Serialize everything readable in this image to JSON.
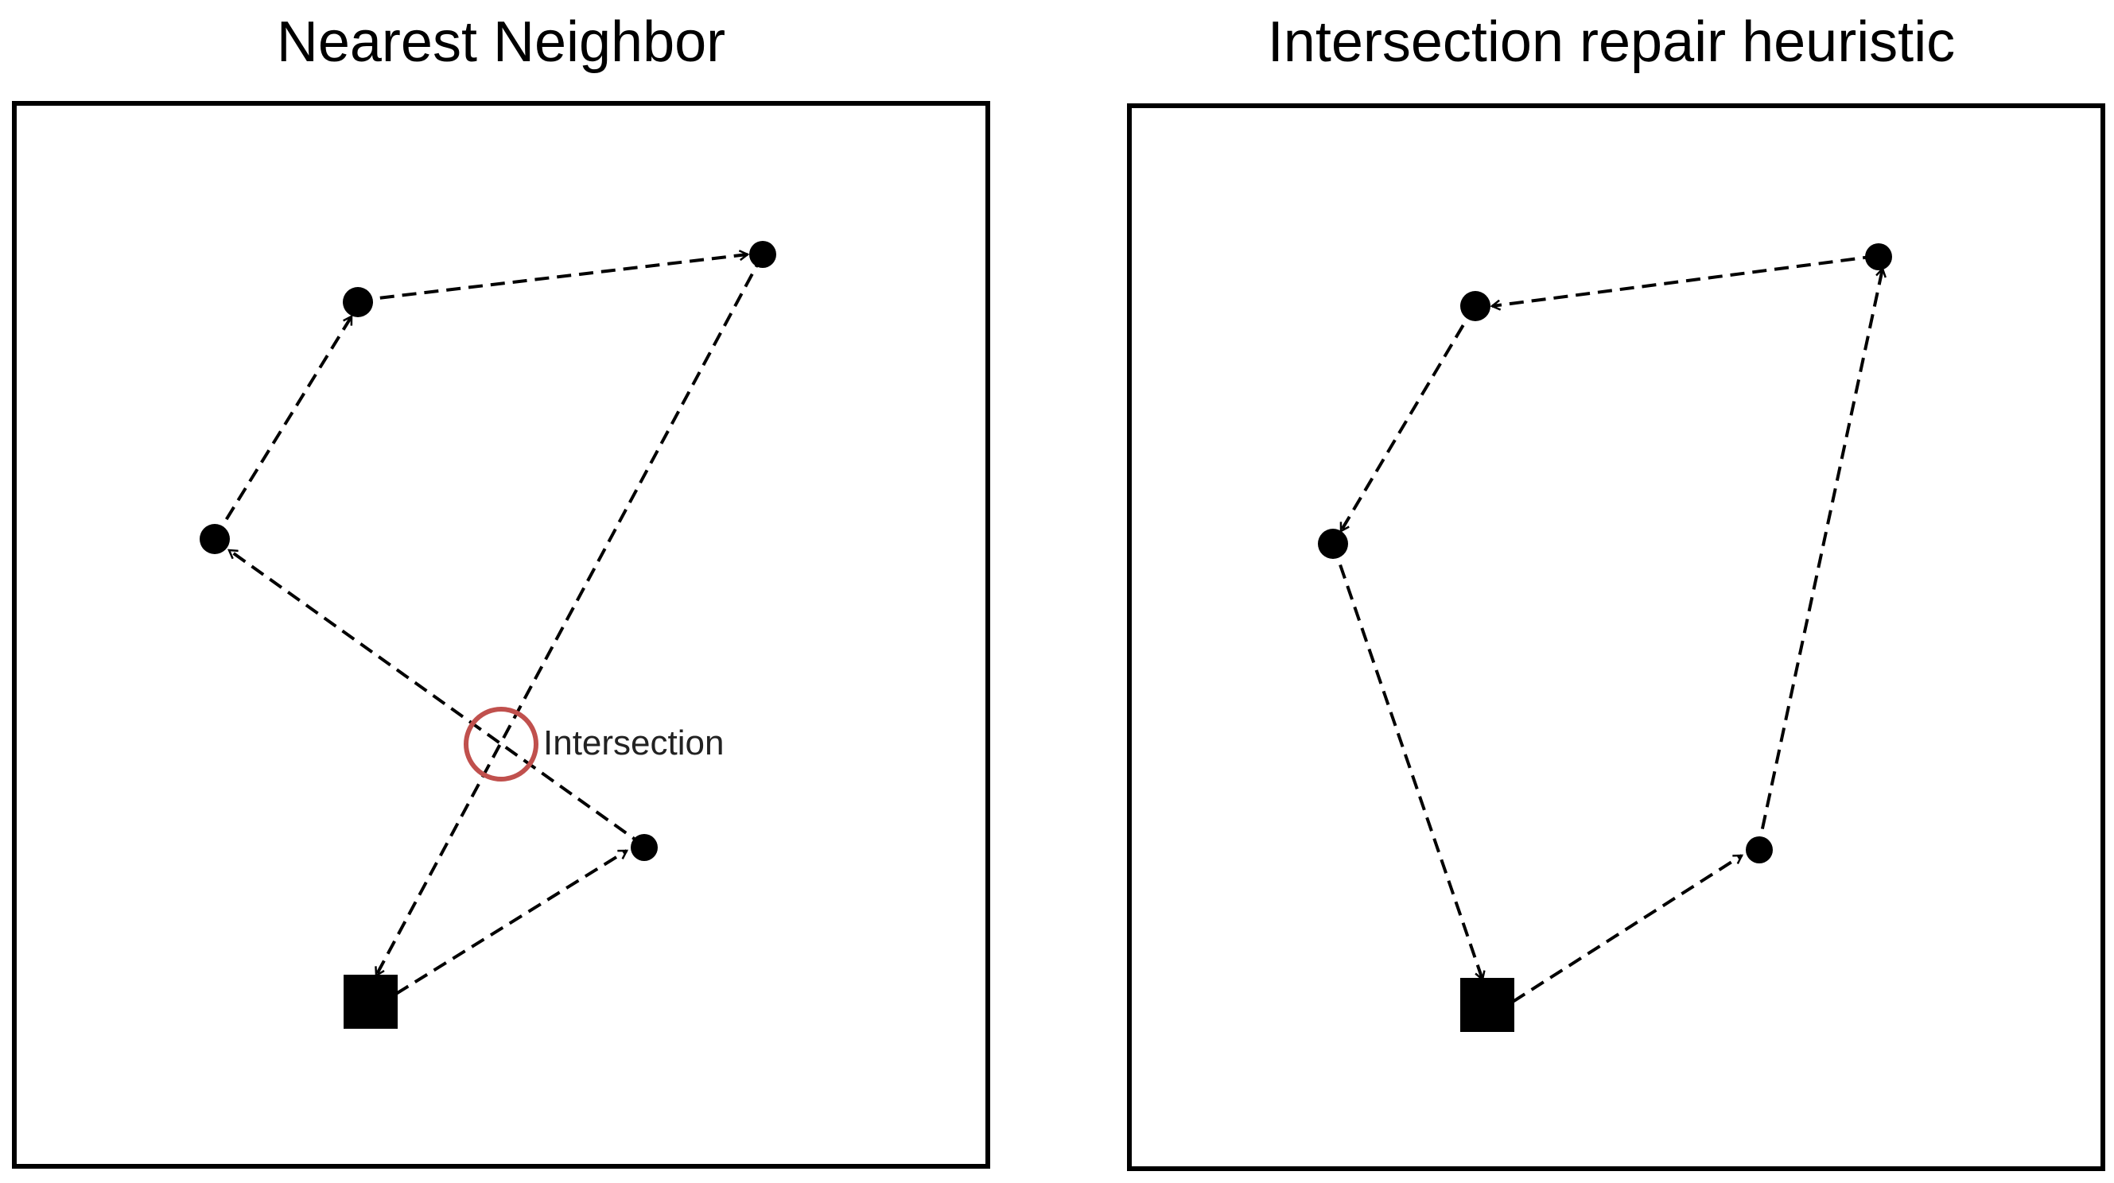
{
  "colors": {
    "ink": "#000000",
    "highlight": "#c0504d",
    "label": "#222222"
  },
  "panels": [
    {
      "id": "nearest-neighbor",
      "title": "Nearest Neighbor",
      "annotation": "Intersection"
    },
    {
      "id": "intersection-repair",
      "title": "Intersection repair heuristic"
    }
  ]
}
